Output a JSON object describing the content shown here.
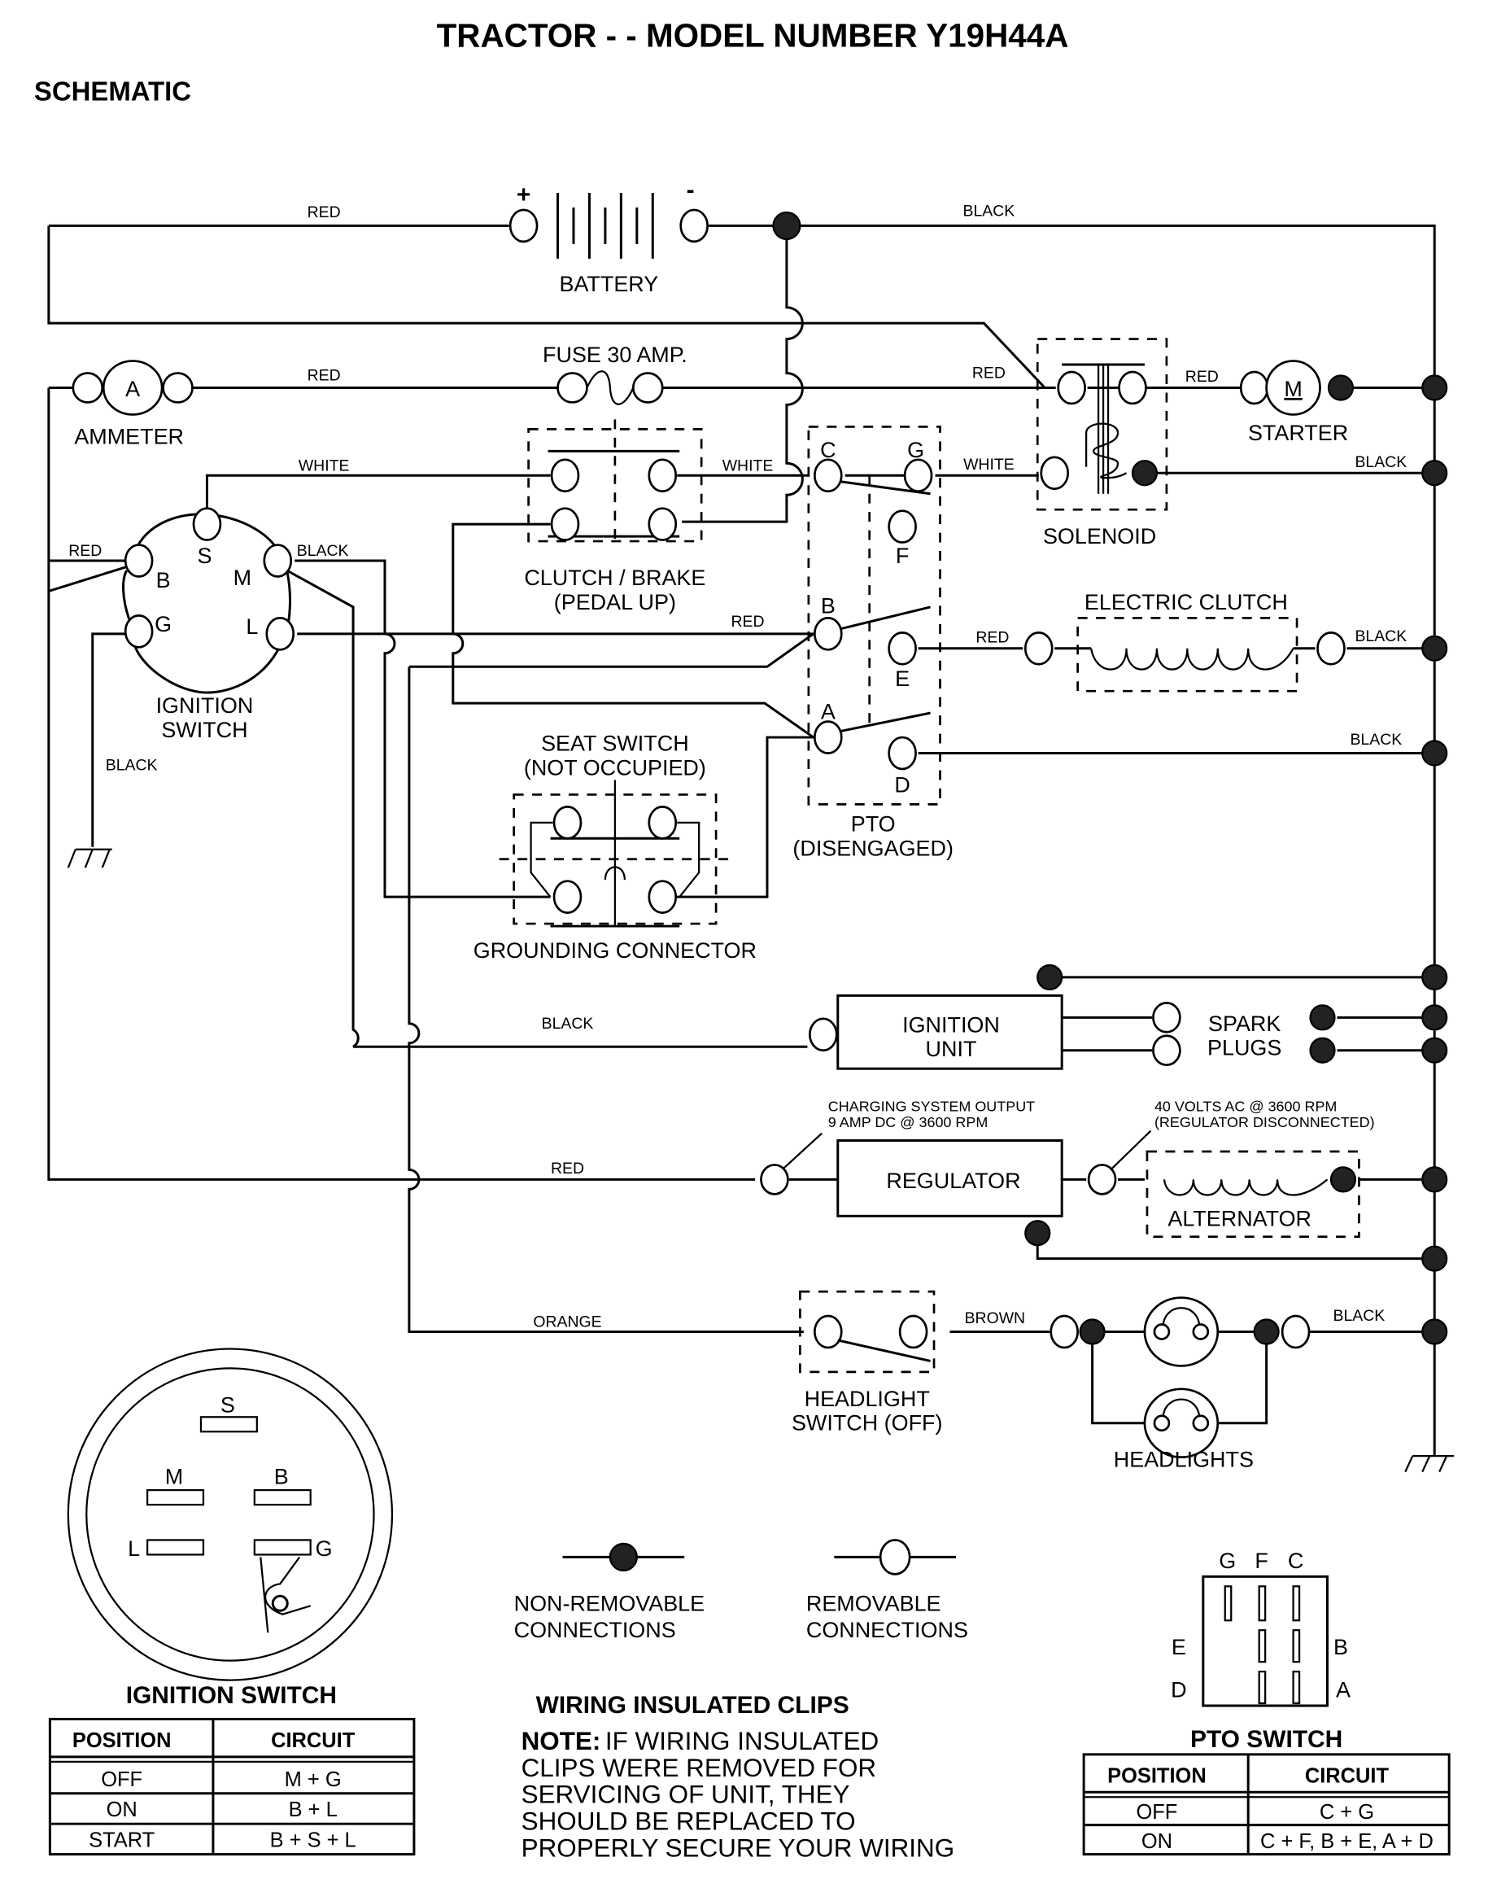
{
  "header": {
    "title": "TRACTOR - - MODEL NUMBER Y19H44A",
    "subtitle": "SCHEMATIC"
  },
  "components": {
    "battery": "BATTERY",
    "battery_plus": "+",
    "battery_minus": "-",
    "fuse": "FUSE 30 AMP.",
    "ammeter": "AMMETER",
    "ammeter_symbol": "A",
    "starter": "STARTER",
    "starter_symbol": "M",
    "solenoid": "SOLENOID",
    "clutch_brake": "CLUTCH / BRAKE",
    "clutch_brake_state": "(PEDAL UP)",
    "ignition_switch": "IGNITION",
    "ignition_switch_2": "SWITCH",
    "electric_clutch": "ELECTRIC CLUTCH",
    "seat_switch": "SEAT SWITCH",
    "seat_switch_state": "(NOT OCCUPIED)",
    "grounding_connector": "GROUNDING CONNECTOR",
    "pto": "PTO",
    "pto_state": "(DISENGAGED)",
    "ignition_unit": "IGNITION",
    "ignition_unit_2": "UNIT",
    "spark_plugs": "SPARK",
    "spark_plugs_2": "PLUGS",
    "regulator": "REGULATOR",
    "alternator": "ALTERNATOR",
    "headlight_switch": "HEADLIGHT",
    "headlight_switch_2": "SWITCH (OFF)",
    "headlights": "HEADLIGHTS"
  },
  "terminals": {
    "S": "S",
    "B": "B",
    "M": "M",
    "G": "G",
    "L": "L",
    "C": "C",
    "F": "F",
    "E": "E",
    "A": "A",
    "D": "D"
  },
  "wires": {
    "red": "RED",
    "black": "BLACK",
    "white": "WHITE",
    "orange": "ORANGE",
    "brown": "BROWN"
  },
  "annotations": {
    "charging_1": "CHARGING SYSTEM OUTPUT",
    "charging_2": "9 AMP DC @ 3600 RPM",
    "alt_1": "40 VOLTS AC @ 3600 RPM",
    "alt_2": "(REGULATOR DISCONNECTED)"
  },
  "legend": {
    "nonremovable_1": "NON-REMOVABLE",
    "nonremovable_2": "CONNECTIONS",
    "removable_1": "REMOVABLE",
    "removable_2": "CONNECTIONS"
  },
  "ignition_table": {
    "title": "IGNITION SWITCH",
    "headers": [
      "POSITION",
      "CIRCUIT"
    ],
    "rows": [
      [
        "OFF",
        "M + G"
      ],
      [
        "ON",
        "B + L"
      ],
      [
        "START",
        "B + S + L"
      ]
    ]
  },
  "clips_note": {
    "title": "WIRING INSULATED CLIPS",
    "note_label": "NOTE:",
    "lines": [
      "IF WIRING INSULATED",
      "CLIPS WERE REMOVED FOR",
      "SERVICING OF UNIT, THEY",
      "SHOULD BE REPLACED TO",
      "PROPERLY SECURE YOUR WIRING"
    ]
  },
  "pto_table": {
    "title": "PTO SWITCH",
    "headers": [
      "POSITION",
      "CIRCUIT"
    ],
    "rows": [
      [
        "OFF",
        "C + G"
      ],
      [
        "ON",
        "C + F, B + E, A + D"
      ]
    ]
  }
}
